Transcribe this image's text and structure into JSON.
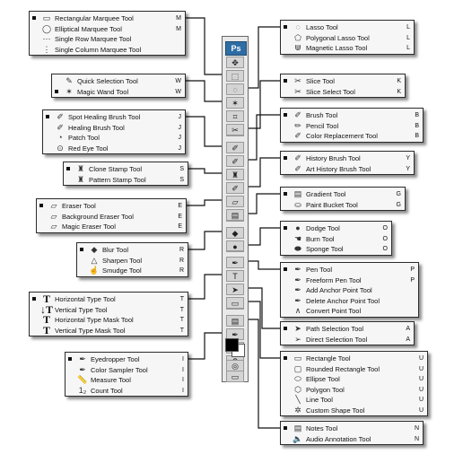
{
  "app_badge": "Ps",
  "groups": [
    {
      "id": "marquee",
      "side": "left",
      "items": [
        {
          "name": "Rectangular Marquee Tool",
          "key": "M",
          "icon": "rect-marquee-icon",
          "glyph": "▭",
          "active": true
        },
        {
          "name": "Elliptical Marquee Tool",
          "key": "M",
          "icon": "ellipse-marquee-icon",
          "glyph": "◯",
          "active": false
        },
        {
          "name": "Single Row Marquee Tool",
          "key": "",
          "icon": "single-row-marquee-icon",
          "glyph": "⋯",
          "active": false
        },
        {
          "name": "Single Column Marquee Tool",
          "key": "",
          "icon": "single-column-marquee-icon",
          "glyph": "⋮",
          "active": false
        }
      ]
    },
    {
      "id": "selection",
      "side": "left",
      "items": [
        {
          "name": "Quick Selection Tool",
          "key": "W",
          "icon": "quick-selection-icon",
          "glyph": "✎",
          "active": false
        },
        {
          "name": "Magic Wand Tool",
          "key": "W",
          "icon": "magic-wand-icon",
          "glyph": "✶",
          "active": true
        }
      ]
    },
    {
      "id": "healing",
      "side": "left",
      "items": [
        {
          "name": "Spot Healing Brush Tool",
          "key": "J",
          "icon": "spot-healing-icon",
          "glyph": "✐",
          "active": true
        },
        {
          "name": "Healing Brush Tool",
          "key": "J",
          "icon": "healing-brush-icon",
          "glyph": "✐",
          "active": false
        },
        {
          "name": "Patch Tool",
          "key": "J",
          "icon": "patch-icon",
          "glyph": "◔",
          "active": false
        },
        {
          "name": "Red Eye Tool",
          "key": "J",
          "icon": "red-eye-icon",
          "glyph": "⊙",
          "active": false
        }
      ]
    },
    {
      "id": "stamp",
      "side": "left",
      "items": [
        {
          "name": "Clone Stamp Tool",
          "key": "S",
          "icon": "clone-stamp-icon",
          "glyph": "♜",
          "active": true
        },
        {
          "name": "Pattern Stamp Tool",
          "key": "S",
          "icon": "pattern-stamp-icon",
          "glyph": "♜",
          "active": false
        }
      ]
    },
    {
      "id": "eraser",
      "side": "left",
      "items": [
        {
          "name": "Eraser Tool",
          "key": "E",
          "icon": "eraser-icon",
          "glyph": "▱",
          "active": true
        },
        {
          "name": "Background Eraser Tool",
          "key": "E",
          "icon": "background-eraser-icon",
          "glyph": "▱",
          "active": false
        },
        {
          "name": "Magic Eraser Tool",
          "key": "E",
          "icon": "magic-eraser-icon",
          "glyph": "▱",
          "active": false
        }
      ]
    },
    {
      "id": "blur",
      "side": "left",
      "items": [
        {
          "name": "Blur Tool",
          "key": "R",
          "icon": "blur-icon",
          "glyph": "◆",
          "active": true
        },
        {
          "name": "Sharpen Tool",
          "key": "R",
          "icon": "sharpen-icon",
          "glyph": "△",
          "active": false
        },
        {
          "name": "Smudge Tool",
          "key": "R",
          "icon": "smudge-icon",
          "glyph": "☝",
          "active": false
        }
      ]
    },
    {
      "id": "type",
      "side": "left",
      "items": [
        {
          "name": "Horizontal Type Tool",
          "key": "T",
          "icon": "horizontal-type-icon",
          "glyph": "T",
          "big": true,
          "active": true
        },
        {
          "name": "Vertical Type Tool",
          "key": "T",
          "icon": "vertical-type-icon",
          "glyph": "↓T",
          "big": true,
          "active": false
        },
        {
          "name": "Horizontal Type Mask Tool",
          "key": "T",
          "icon": "horizontal-type-mask-icon",
          "glyph": "T",
          "big": true,
          "active": false
        },
        {
          "name": "Vertical Type Mask Tool",
          "key": "T",
          "icon": "vertical-type-mask-icon",
          "glyph": "T",
          "big": true,
          "active": false
        }
      ]
    },
    {
      "id": "eyedropper",
      "side": "left",
      "items": [
        {
          "name": "Eyedropper Tool",
          "key": "I",
          "icon": "eyedropper-icon",
          "glyph": "✒",
          "active": true
        },
        {
          "name": "Color Sampler Tool",
          "key": "I",
          "icon": "color-sampler-icon",
          "glyph": "✒",
          "active": false
        },
        {
          "name": "Measure Tool",
          "key": "I",
          "icon": "measure-icon",
          "glyph": "📏",
          "active": false
        },
        {
          "name": "Count Tool",
          "key": "I",
          "icon": "count-icon",
          "glyph": "1₂",
          "active": false
        }
      ]
    },
    {
      "id": "lasso",
      "side": "right",
      "items": [
        {
          "name": "Lasso Tool",
          "key": "L",
          "icon": "lasso-icon",
          "glyph": "◌",
          "active": true
        },
        {
          "name": "Polygonal Lasso Tool",
          "key": "L",
          "icon": "polygonal-lasso-icon",
          "glyph": "⬠",
          "active": false
        },
        {
          "name": "Magnetic Lasso Tool",
          "key": "L",
          "icon": "magnetic-lasso-icon",
          "glyph": "⋓",
          "active": false
        }
      ]
    },
    {
      "id": "slice",
      "side": "right",
      "items": [
        {
          "name": "Slice Tool",
          "key": "K",
          "icon": "slice-icon",
          "glyph": "✂",
          "active": true
        },
        {
          "name": "Slice Select Tool",
          "key": "K",
          "icon": "slice-select-icon",
          "glyph": "✂",
          "active": false
        }
      ]
    },
    {
      "id": "brush",
      "side": "right",
      "items": [
        {
          "name": "Brush Tool",
          "key": "B",
          "icon": "brush-icon",
          "glyph": "✐",
          "active": true
        },
        {
          "name": "Pencil Tool",
          "key": "B",
          "icon": "pencil-icon",
          "glyph": "✏",
          "active": false
        },
        {
          "name": "Color Replacement Tool",
          "key": "B",
          "icon": "color-replacement-icon",
          "glyph": "✐",
          "active": false
        }
      ]
    },
    {
      "id": "history",
      "side": "right",
      "items": [
        {
          "name": "History Brush Tool",
          "key": "Y",
          "icon": "history-brush-icon",
          "glyph": "✐",
          "active": true
        },
        {
          "name": "Art History Brush Tool",
          "key": "Y",
          "icon": "art-history-brush-icon",
          "glyph": "✐",
          "active": false
        }
      ]
    },
    {
      "id": "gradient",
      "side": "right",
      "items": [
        {
          "name": "Gradient Tool",
          "key": "G",
          "icon": "gradient-icon",
          "glyph": "▤",
          "active": true
        },
        {
          "name": "Paint Bucket Tool",
          "key": "G",
          "icon": "paint-bucket-icon",
          "glyph": "⛀",
          "active": false
        }
      ]
    },
    {
      "id": "dodge",
      "side": "right",
      "items": [
        {
          "name": "Dodge Tool",
          "key": "O",
          "icon": "dodge-icon",
          "glyph": "●",
          "active": true
        },
        {
          "name": "Burn Tool",
          "key": "O",
          "icon": "burn-icon",
          "glyph": "☚",
          "active": false
        },
        {
          "name": "Sponge Tool",
          "key": "O",
          "icon": "sponge-icon",
          "glyph": "⬬",
          "active": false
        }
      ]
    },
    {
      "id": "pen",
      "side": "right",
      "items": [
        {
          "name": "Pen Tool",
          "key": "P",
          "icon": "pen-icon",
          "glyph": "✒",
          "active": true
        },
        {
          "name": "Freeform Pen Tool",
          "key": "P",
          "icon": "freeform-pen-icon",
          "glyph": "✒",
          "active": false
        },
        {
          "name": "Add Anchor Point Tool",
          "key": "",
          "icon": "add-anchor-icon",
          "glyph": "✒",
          "active": false
        },
        {
          "name": "Delete Anchor Point Tool",
          "key": "",
          "icon": "delete-anchor-icon",
          "glyph": "✒",
          "active": false
        },
        {
          "name": "Convert Point Tool",
          "key": "",
          "icon": "convert-point-icon",
          "glyph": "∧",
          "active": false
        }
      ]
    },
    {
      "id": "path",
      "side": "right",
      "items": [
        {
          "name": "Path Selection Tool",
          "key": "A",
          "icon": "path-selection-icon",
          "glyph": "➤",
          "active": true
        },
        {
          "name": "Direct Selection Tool",
          "key": "A",
          "icon": "direct-selection-icon",
          "glyph": "➢",
          "active": false
        }
      ]
    },
    {
      "id": "shape",
      "side": "right",
      "items": [
        {
          "name": "Rectangle Tool",
          "key": "U",
          "icon": "rectangle-icon",
          "glyph": "▭",
          "active": true
        },
        {
          "name": "Rounded Rectangle Tool",
          "key": "U",
          "icon": "rounded-rectangle-icon",
          "glyph": "▢",
          "active": false
        },
        {
          "name": "Ellipse Tool",
          "key": "U",
          "icon": "ellipse-icon",
          "glyph": "⬭",
          "active": false
        },
        {
          "name": "Polygon Tool",
          "key": "U",
          "icon": "polygon-icon",
          "glyph": "⬡",
          "active": false
        },
        {
          "name": "Line Tool",
          "key": "U",
          "icon": "line-icon",
          "glyph": "╲",
          "active": false
        },
        {
          "name": "Custom Shape Tool",
          "key": "U",
          "icon": "custom-shape-icon",
          "glyph": "✲",
          "active": false
        }
      ]
    },
    {
      "id": "notes",
      "side": "right",
      "items": [
        {
          "name": "Notes Tool",
          "key": "N",
          "icon": "notes-icon",
          "glyph": "▤",
          "active": true
        },
        {
          "name": "Audio Annotation Tool",
          "key": "N",
          "icon": "audio-annotation-icon",
          "glyph": "🔈",
          "active": false
        }
      ]
    }
  ],
  "toolbar_buttons": [
    {
      "icon": "move-icon",
      "glyph": "✥"
    },
    {
      "icon": "marquee-icon",
      "glyph": "⬚"
    },
    {
      "icon": "lasso-icon",
      "glyph": "◌"
    },
    {
      "icon": "magic-wand-icon",
      "glyph": "✶"
    },
    {
      "icon": "crop-icon",
      "glyph": "⌗"
    },
    {
      "icon": "slice-icon",
      "glyph": "✂"
    },
    {
      "icon": "spot-healing-icon",
      "glyph": "✐"
    },
    {
      "icon": "brush-icon",
      "glyph": "✐"
    },
    {
      "icon": "clone-stamp-icon",
      "glyph": "♜"
    },
    {
      "icon": "history-brush-icon",
      "glyph": "✐"
    },
    {
      "icon": "eraser-icon",
      "glyph": "▱"
    },
    {
      "icon": "gradient-icon",
      "glyph": "▤"
    },
    {
      "icon": "blur-icon",
      "glyph": "◆"
    },
    {
      "icon": "dodge-icon",
      "glyph": "●"
    },
    {
      "icon": "pen-icon",
      "glyph": "✒"
    },
    {
      "icon": "type-icon",
      "glyph": "T"
    },
    {
      "icon": "path-selection-icon",
      "glyph": "➤"
    },
    {
      "icon": "rectangle-icon",
      "glyph": "▭"
    },
    {
      "icon": "notes-icon",
      "glyph": "▤"
    },
    {
      "icon": "eyedropper-icon",
      "glyph": "✒"
    },
    {
      "icon": "hand-icon",
      "glyph": "✋"
    },
    {
      "icon": "zoom-icon",
      "glyph": "⚲"
    }
  ],
  "colors": {
    "foreground": "#000000",
    "background": "#ffffff",
    "badge": "#2e6da4"
  }
}
